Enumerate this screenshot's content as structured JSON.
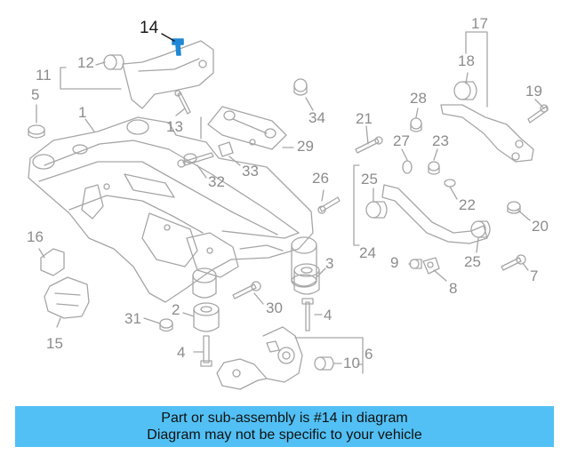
{
  "diagram": {
    "highlight_part": "14",
    "highlight_color": "#1e88d6",
    "line_color": "#a6a6a6",
    "callouts": [
      {
        "id": "c1",
        "text": "1"
      },
      {
        "id": "c2",
        "text": "2"
      },
      {
        "id": "c3",
        "text": "3"
      },
      {
        "id": "c4a",
        "text": "4"
      },
      {
        "id": "c4b",
        "text": "4"
      },
      {
        "id": "c5",
        "text": "5"
      },
      {
        "id": "c6",
        "text": "6"
      },
      {
        "id": "c7",
        "text": "7"
      },
      {
        "id": "c8",
        "text": "8"
      },
      {
        "id": "c9",
        "text": "9"
      },
      {
        "id": "c10",
        "text": "10"
      },
      {
        "id": "c11",
        "text": "11"
      },
      {
        "id": "c12",
        "text": "12"
      },
      {
        "id": "c13",
        "text": "13"
      },
      {
        "id": "c14",
        "text": "14"
      },
      {
        "id": "c15",
        "text": "15"
      },
      {
        "id": "c16",
        "text": "16"
      },
      {
        "id": "c17",
        "text": "17"
      },
      {
        "id": "c18",
        "text": "18"
      },
      {
        "id": "c19",
        "text": "19"
      },
      {
        "id": "c20",
        "text": "20"
      },
      {
        "id": "c21",
        "text": "21"
      },
      {
        "id": "c22",
        "text": "22"
      },
      {
        "id": "c23",
        "text": "23"
      },
      {
        "id": "c24",
        "text": "24"
      },
      {
        "id": "c25a",
        "text": "25"
      },
      {
        "id": "c25b",
        "text": "25"
      },
      {
        "id": "c26",
        "text": "26"
      },
      {
        "id": "c27",
        "text": "27"
      },
      {
        "id": "c28",
        "text": "28"
      },
      {
        "id": "c29",
        "text": "29"
      },
      {
        "id": "c30",
        "text": "30"
      },
      {
        "id": "c31",
        "text": "31"
      },
      {
        "id": "c32",
        "text": "32"
      },
      {
        "id": "c33",
        "text": "33"
      },
      {
        "id": "c34",
        "text": "34"
      }
    ]
  },
  "banner": {
    "line1": "Part or sub-assembly is #14 in diagram",
    "line2": "Diagram may not be specific to your vehicle",
    "background": "#52c0f4"
  }
}
